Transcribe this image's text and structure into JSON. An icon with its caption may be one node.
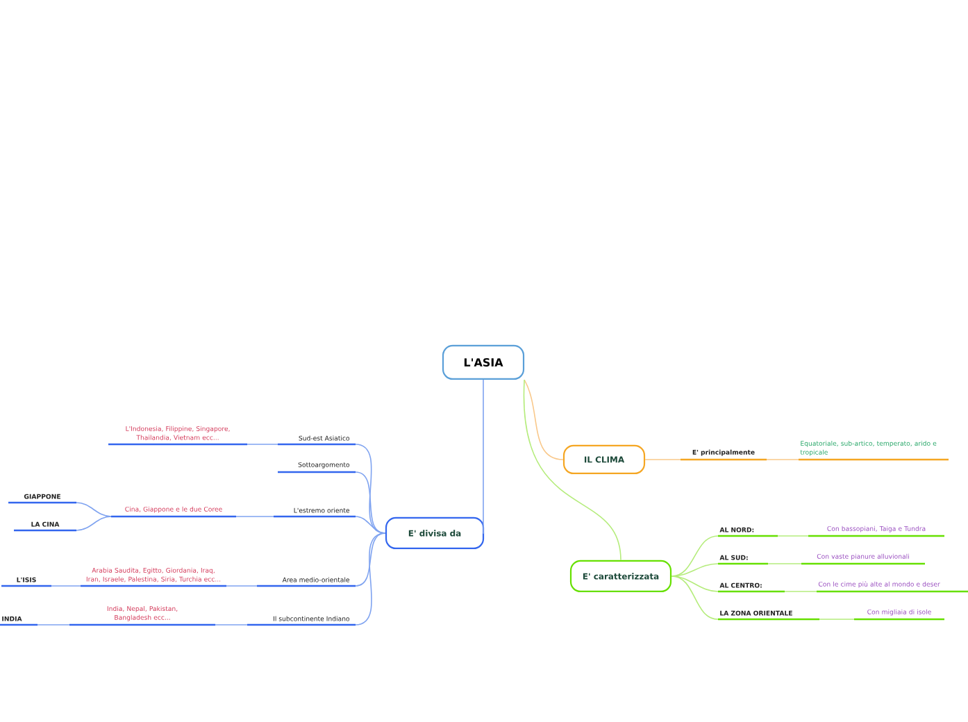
{
  "diagram": {
    "nodes": [
      {
        "text": [
          "L'ASIA"
        ]
      },
      {
        "text": [
          "IL CLIMA"
        ]
      },
      {
        "text": [
          "E' principalmente"
        ]
      },
      {
        "text": [
          "Equatoriale, sub-artico, temperato, arido e tropicale"
        ]
      },
      {
        "text": [
          "E' caratterizzata"
        ]
      },
      {
        "text": [
          "AL NORD:"
        ]
      },
      {
        "text": [
          "Con bassopiani, Taiga e Tundra"
        ]
      },
      {
        "text": [
          "AL SUD:"
        ]
      },
      {
        "text": [
          "Con vaste pianure alluvionali"
        ]
      },
      {
        "text": [
          "AL CENTRO:"
        ]
      },
      {
        "text": [
          "Con le cime più alte al mondo e deser"
        ]
      },
      {
        "text": [
          "LA ZONA ORIENTALE"
        ]
      },
      {
        "text": [
          "Con migliaia di isole"
        ]
      },
      {
        "text": [
          "E' divisa da"
        ]
      },
      {
        "text": [
          "Sud-est Asiatico"
        ]
      },
      {
        "text": [
          "L'Indonesia, Filippine, Singapore, Thailandia, Vietnam ecc..."
        ]
      },
      {
        "text": [
          "Sottoargomento"
        ]
      },
      {
        "text": [
          "L'estremo oriente"
        ]
      },
      {
        "text": [
          "Cina, Giappone e le due Coree"
        ]
      },
      {
        "text": [
          "GIAPPONE"
        ]
      },
      {
        "text": [
          "LA CINA"
        ]
      },
      {
        "text": [
          "Area medio-orientale"
        ]
      },
      {
        "text": [
          "Arabia Saudita, Egitto, Giordania, Iraq, Iran, Israele, Palestina, Siria, Turchia ecc..."
        ]
      },
      {
        "text": [
          "L'ISIS"
        ]
      },
      {
        "text": [
          "Il subcontinente Indiano"
        ]
      },
      {
        "text": [
          "India, Nepal, Pakistan, Bangladesh ecc..."
        ]
      },
      {
        "text": [
          "INDIA"
        ]
      }
    ],
    "edges": [
      {
        "from": 0,
        "to": 1,
        "arrow": "none",
        "color": "#f9c88a"
      },
      {
        "from": 1,
        "to": 2,
        "arrow": "none",
        "color": "#f9c88a"
      },
      {
        "from": 2,
        "to": 3,
        "arrow": "none",
        "color": "#f9c88a"
      },
      {
        "from": 0,
        "to": 4,
        "arrow": "none",
        "color": "#b5ec7c"
      },
      {
        "from": 4,
        "to": 5,
        "arrow": "none",
        "color": "#b5ec7c"
      },
      {
        "from": 5,
        "to": 6,
        "arrow": "none",
        "color": "#b5ec7c"
      },
      {
        "from": 4,
        "to": 7,
        "arrow": "none",
        "color": "#b5ec7c"
      },
      {
        "from": 7,
        "to": 8,
        "arrow": "none",
        "color": "#b5ec7c"
      },
      {
        "from": 4,
        "to": 9,
        "arrow": "none",
        "color": "#b5ec7c"
      },
      {
        "from": 9,
        "to": 10,
        "arrow": "none",
        "color": "#b5ec7c"
      },
      {
        "from": 4,
        "to": 11,
        "arrow": "none",
        "color": "#b5ec7c"
      },
      {
        "from": 11,
        "to": 12,
        "arrow": "none",
        "color": "#b5ec7c"
      },
      {
        "from": 0,
        "to": 13,
        "arrow": "none"
      },
      {
        "from": 13,
        "to": 14,
        "arrow": "none"
      },
      {
        "from": 14,
        "to": 15,
        "arrow": "none"
      },
      {
        "from": 13,
        "to": 16,
        "arrow": "none"
      },
      {
        "from": 13,
        "to": 17,
        "arrow": "none"
      },
      {
        "from": 17,
        "to": 18,
        "arrow": "none"
      },
      {
        "from": 18,
        "to": 19,
        "arrow": "none"
      },
      {
        "from": 18,
        "to": 20,
        "arrow": "none"
      },
      {
        "from": 13,
        "to": 21,
        "arrow": "none"
      },
      {
        "from": 21,
        "to": 22,
        "arrow": "none"
      },
      {
        "from": 22,
        "to": 23,
        "arrow": "none"
      },
      {
        "from": 13,
        "to": 24,
        "arrow": "none"
      },
      {
        "from": 24,
        "to": 25,
        "arrow": "none"
      },
      {
        "from": 25,
        "to": 26,
        "arrow": "none"
      }
    ]
  }
}
